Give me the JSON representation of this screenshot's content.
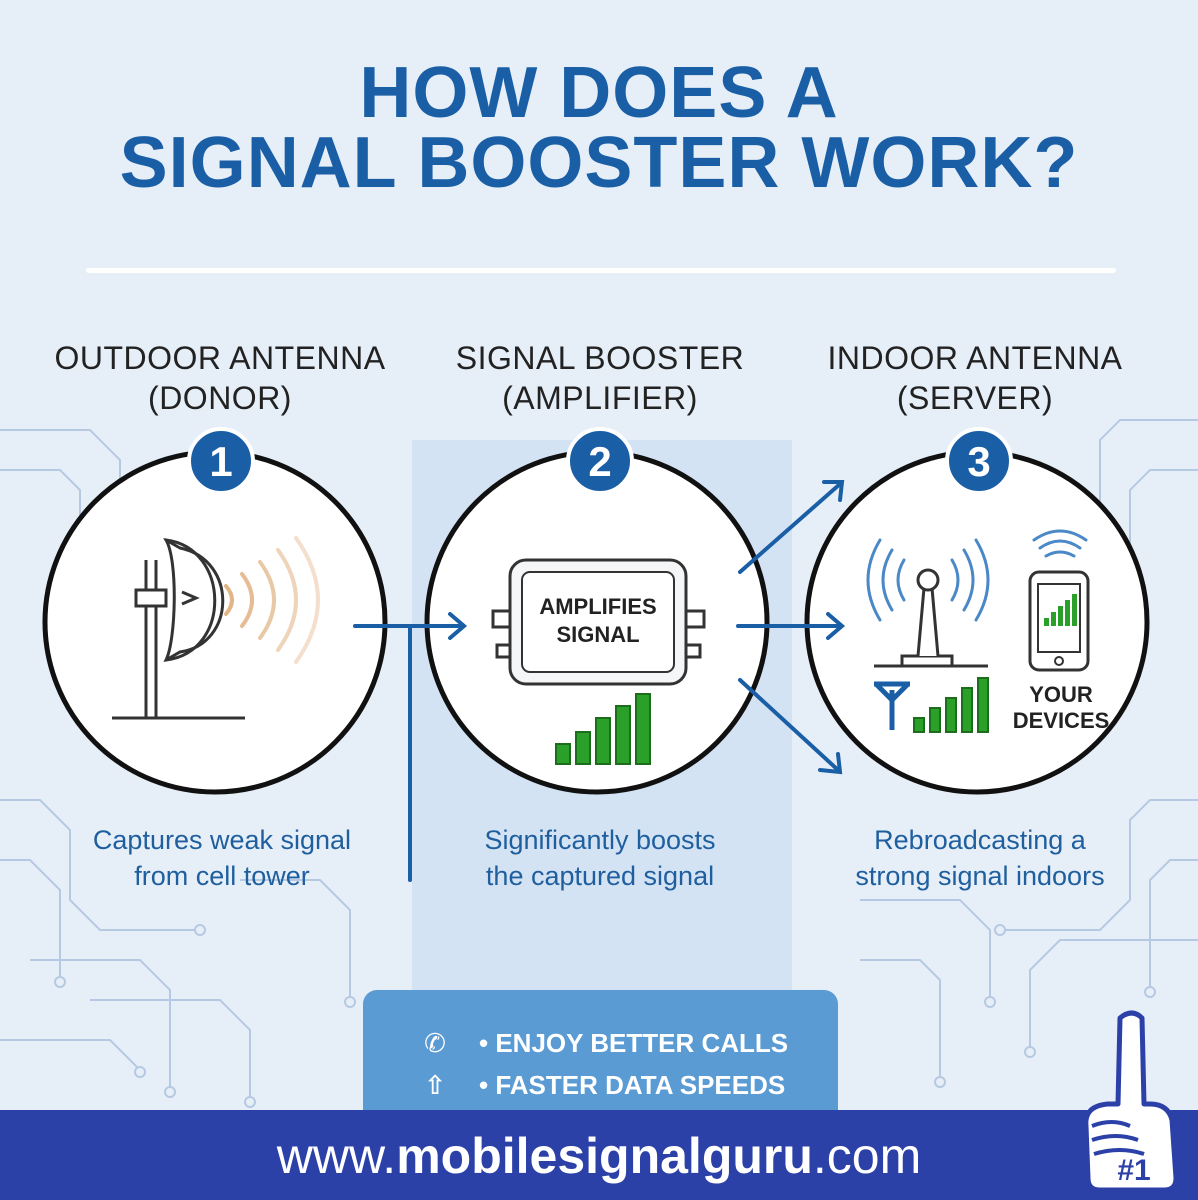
{
  "title": {
    "line1": "HOW DOES A",
    "line2": "SIGNAL BOOSTER WORK?"
  },
  "steps": [
    {
      "number": "1",
      "title_line1": "OUTDOOR ANTENNA",
      "title_line2": "(DONOR)",
      "desc_line1": "Captures weak signal",
      "desc_line2": "from cell tower"
    },
    {
      "number": "2",
      "title_line1": "SIGNAL BOOSTER",
      "title_line2": "(AMPLIFIER)",
      "desc_line1": "Significantly boosts",
      "desc_line2": "the captured signal",
      "box_line1": "AMPLIFIES",
      "box_line2": "SIGNAL"
    },
    {
      "number": "3",
      "title_line1": "INDOOR ANTENNA",
      "title_line2": "(SERVER)",
      "desc_line1": "Rebroadcasting a",
      "desc_line2": "strong signal indoors",
      "devices_line1": "YOUR",
      "devices_line2": "DEVICES"
    }
  ],
  "benefits": [
    {
      "icon": "phone-icon",
      "glyph": "✆",
      "label": "• ENJOY BETTER CALLS"
    },
    {
      "icon": "arrow-up-icon",
      "glyph": "⇧",
      "label": "• FASTER DATA SPEEDS"
    }
  ],
  "footer": {
    "url_prefix": "www.",
    "url_bold": "mobilesignalguru",
    "url_suffix": ".com"
  },
  "badge": {
    "label": "#1"
  },
  "colors": {
    "brand_blue": "#1a5fa6",
    "footer_blue": "#2c41a8",
    "signal_green": "#2aa02a",
    "panel_blue": "#5a9bd4",
    "background": "#e6eef8"
  }
}
